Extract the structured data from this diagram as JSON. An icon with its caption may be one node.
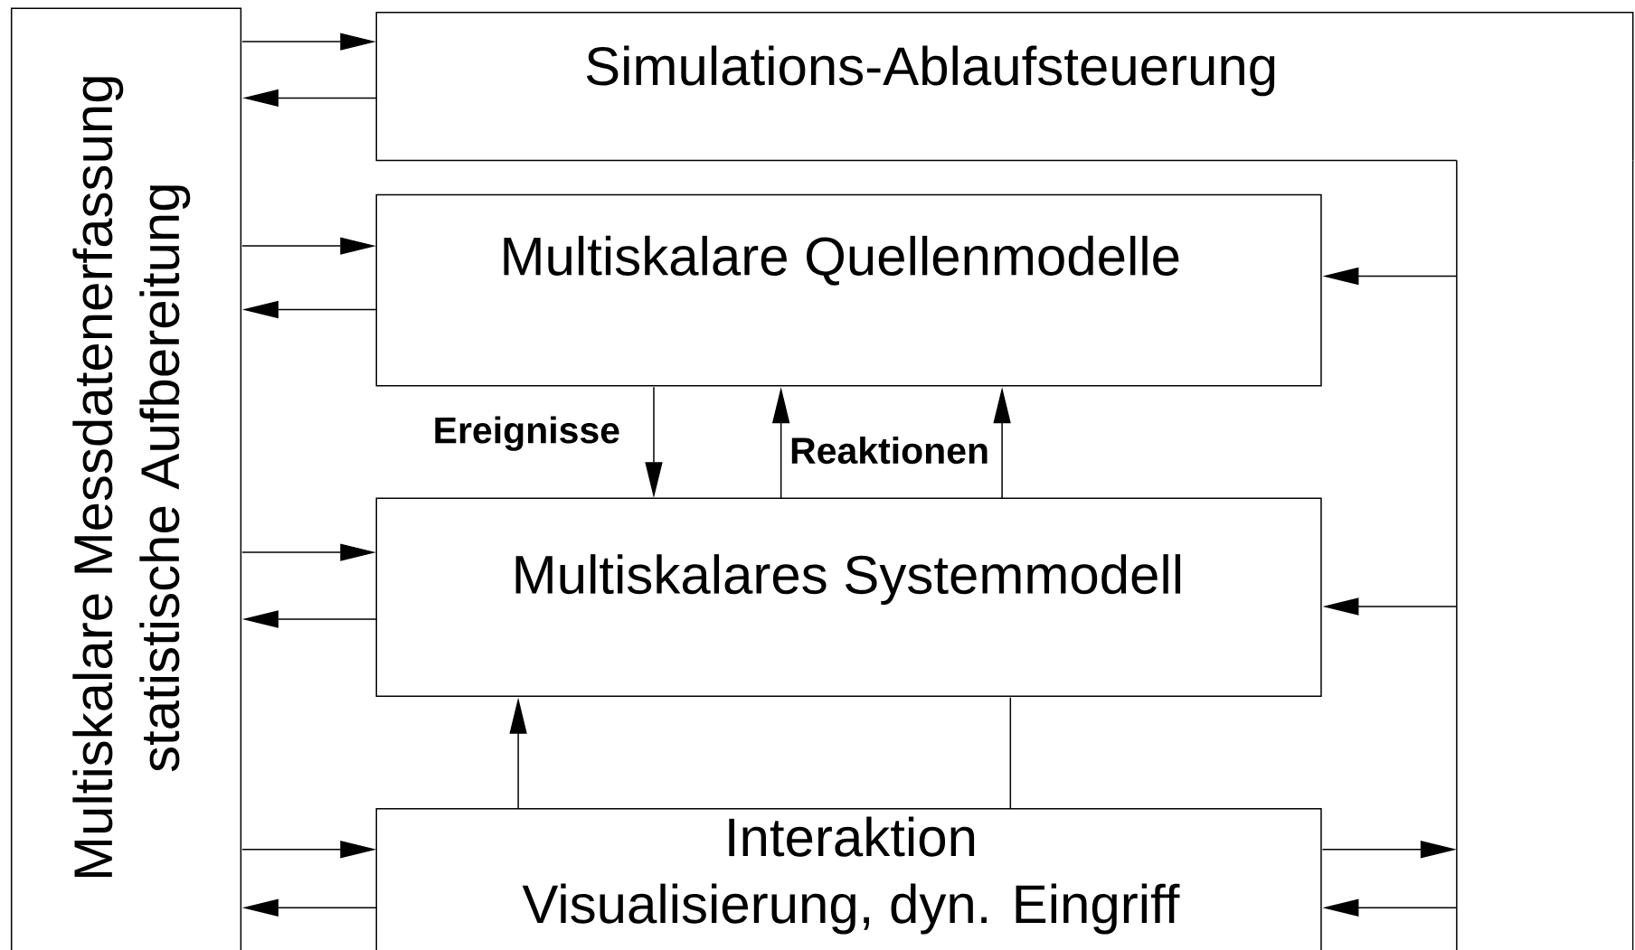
{
  "diagram": {
    "nodes": [
      {
        "text": [
          "Multiskalare Messdatenerfassung",
          "statistische Aufbereitung"
        ]
      },
      {
        "text": [
          "Simulations-Ablaufsteuerung"
        ]
      },
      {
        "text": [
          "Multiskalare Quellenmodelle"
        ]
      },
      {
        "text": [
          "Multiskalares Systemmodell"
        ]
      },
      {
        "text": [
          "Interaktion",
          "Visualisierung, dyn. Eingriff"
        ]
      }
    ],
    "edges": [
      {
        "from": 0,
        "to": 1,
        "arrow": "to"
      },
      {
        "from": 1,
        "to": 0,
        "arrow": "to"
      },
      {
        "from": 0,
        "to": 2,
        "arrow": "to"
      },
      {
        "from": 2,
        "to": 0,
        "arrow": "to"
      },
      {
        "from": 0,
        "to": 3,
        "arrow": "to"
      },
      {
        "from": 3,
        "to": 0,
        "arrow": "to"
      },
      {
        "from": 0,
        "to": 4,
        "arrow": "to"
      },
      {
        "from": 4,
        "to": 0,
        "arrow": "to"
      },
      {
        "from": 1,
        "to": 2,
        "arrow": "to"
      },
      {
        "from": 1,
        "to": 3,
        "arrow": "to"
      },
      {
        "from": 4,
        "to": 1,
        "arrow": "to"
      },
      {
        "from": 1,
        "to": 4,
        "arrow": "to"
      },
      {
        "from": 2,
        "to": 3,
        "arrow": "to",
        "label": "Ereignisse"
      },
      {
        "from": 3,
        "to": 2,
        "arrow": "to",
        "label": "Reaktionen"
      },
      {
        "from": 3,
        "to": 2,
        "arrow": "to"
      },
      {
        "from": 4,
        "to": 3,
        "arrow": "to"
      },
      {
        "from": 4,
        "to": 3,
        "arrow": "none"
      }
    ]
  }
}
